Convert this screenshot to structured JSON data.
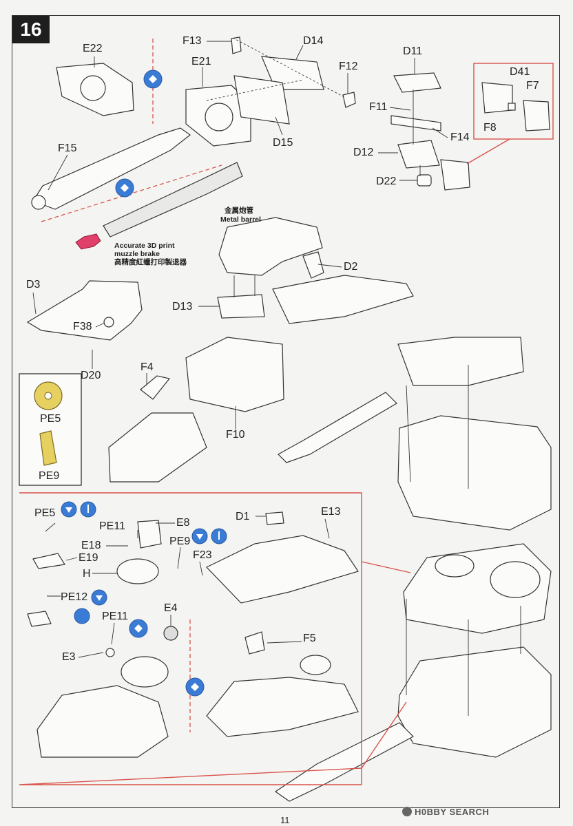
{
  "step": "16",
  "page_number": "11",
  "watermark": "H0BBY SEARCH",
  "notes": {
    "metal_barrel_cn": "金属炮管",
    "metal_barrel_en": "Metal barrel",
    "muzzle_line1": "Accurate 3D print",
    "muzzle_line2": "muzzle brake",
    "muzzle_cn": "高精度紅蠟打印製退器"
  },
  "labels": {
    "e22": "E22",
    "e21": "E21",
    "f13": "F13",
    "d14": "D14",
    "f12": "F12",
    "d15": "D15",
    "f15": "F15",
    "d11": "D11",
    "d41": "D41",
    "f7": "F7",
    "f8": "F8",
    "f11": "F11",
    "f14": "F14",
    "d12": "D12",
    "d22": "D22",
    "d2": "D2",
    "d3": "D3",
    "d13": "D13",
    "f38": "F38",
    "d20": "D20",
    "f4": "F4",
    "f10": "F10",
    "pe5_legend": "PE5",
    "pe9_legend": "PE9",
    "pe5": "PE5",
    "pe11_top": "PE11",
    "e8": "E8",
    "e18": "E18",
    "e19": "E19",
    "h": "H",
    "pe9": "PE9",
    "f23": "F23",
    "d1": "D1",
    "e13": "E13",
    "pe12": "PE12",
    "pe11_mid": "PE11",
    "e4": "E4",
    "e3": "E3",
    "f5": "F5"
  },
  "colors": {
    "accent_red": "#d9534a",
    "blue": "#3a7bd5",
    "brass": "#e6d060",
    "muzzle": "#e0406a"
  }
}
